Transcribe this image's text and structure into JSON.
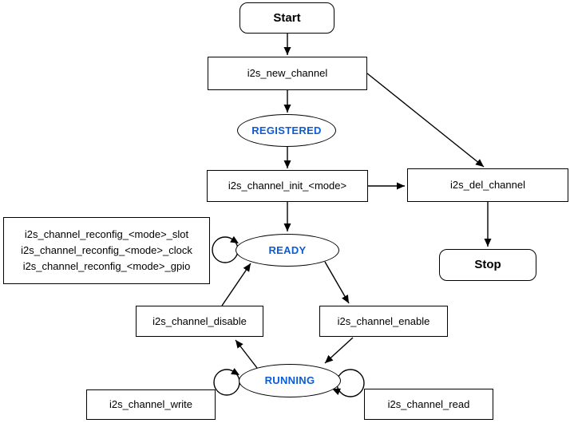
{
  "nodes": {
    "start": {
      "label": "Start"
    },
    "new_channel": {
      "label": "i2s_new_channel"
    },
    "registered": {
      "label": "REGISTERED"
    },
    "init": {
      "label": "i2s_channel_init_<mode>"
    },
    "del_channel": {
      "label": "i2s_del_channel"
    },
    "stop": {
      "label": "Stop"
    },
    "ready": {
      "label": "READY"
    },
    "reconfig": {
      "lines": [
        "i2s_channel_reconfig_<mode>_slot",
        "i2s_channel_reconfig_<mode>_clock",
        "i2s_channel_reconfig_<mode>_gpio"
      ]
    },
    "disable": {
      "label": "i2s_channel_disable"
    },
    "enable": {
      "label": "i2s_channel_enable"
    },
    "running": {
      "label": "RUNNING"
    },
    "write": {
      "label": "i2s_channel_write"
    },
    "read": {
      "label": "i2s_channel_read"
    }
  },
  "colors": {
    "state_text": "#0B5CD5",
    "stroke": "#000000",
    "background": "#FFFFFF"
  }
}
